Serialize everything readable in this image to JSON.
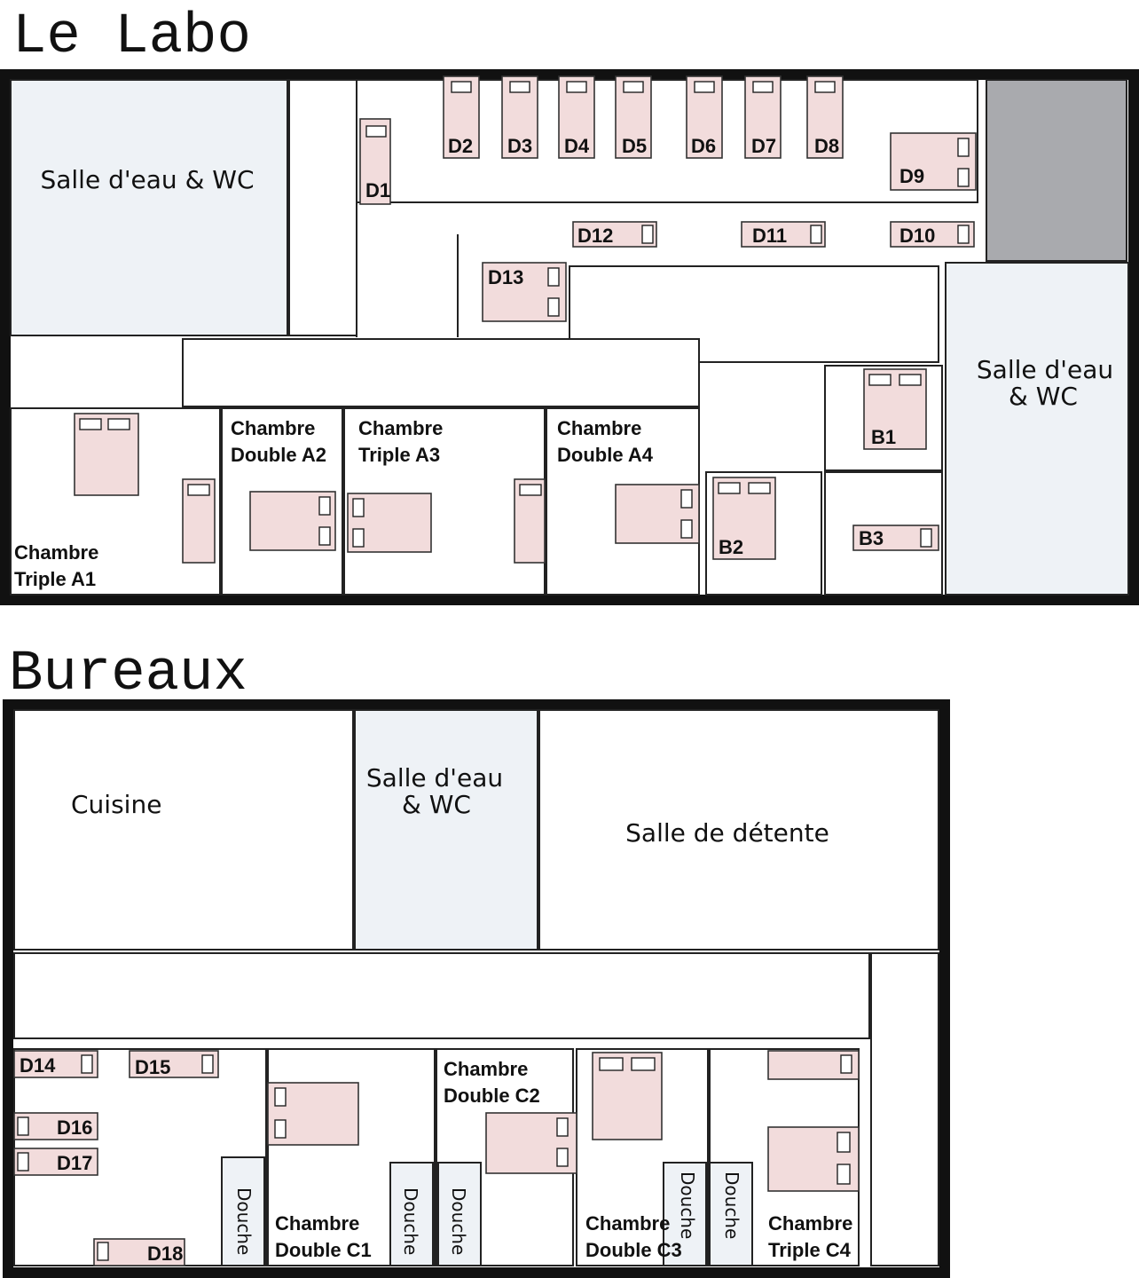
{
  "titles": {
    "labo": "Le Labo",
    "bureaux": "Bureaux"
  },
  "colors": {
    "outline": "#111111",
    "wall": "#222222",
    "bathroom": "#eef2f6",
    "storage": "#a9aaae",
    "bed": "#f2dcdc"
  },
  "labo": {
    "rooms": {
      "bath_left": "Salle d'eau & WC",
      "bath_right_line1": "Salle d'eau",
      "bath_right_line2": "& WC",
      "a1_line1": "Chambre",
      "a1_line2": "Triple A1",
      "a2_line1": "Chambre",
      "a2_line2": "Double A2",
      "a3_line1": "Chambre",
      "a3_line2": "Triple A3",
      "a4_line1": "Chambre",
      "a4_line2": "Double A4"
    },
    "beds": {
      "d1": "D1",
      "d2": "D2",
      "d3": "D3",
      "d4": "D4",
      "d5": "D5",
      "d6": "D6",
      "d7": "D7",
      "d8": "D8",
      "d9": "D9",
      "d10": "D10",
      "d11": "D11",
      "d12": "D12",
      "d13": "D13",
      "b1": "B1",
      "b2": "B2",
      "b3": "B3"
    }
  },
  "bureaux": {
    "rooms": {
      "kitchen": "Cuisine",
      "bath_line1": "Salle d'eau",
      "bath_line2": "& WC",
      "lounge": "Salle de détente",
      "shower": "Douche",
      "c1_line1": "Chambre",
      "c1_line2": "Double C1",
      "c2_line1": "Chambre",
      "c2_line2": "Double C2",
      "c3_line1": "Chambre",
      "c3_line2": "Double C3",
      "c4_line1": "Chambre",
      "c4_line2": "Triple C4"
    },
    "beds": {
      "d14": "D14",
      "d15": "D15",
      "d16": "D16",
      "d17": "D17",
      "d18": "D18"
    }
  }
}
